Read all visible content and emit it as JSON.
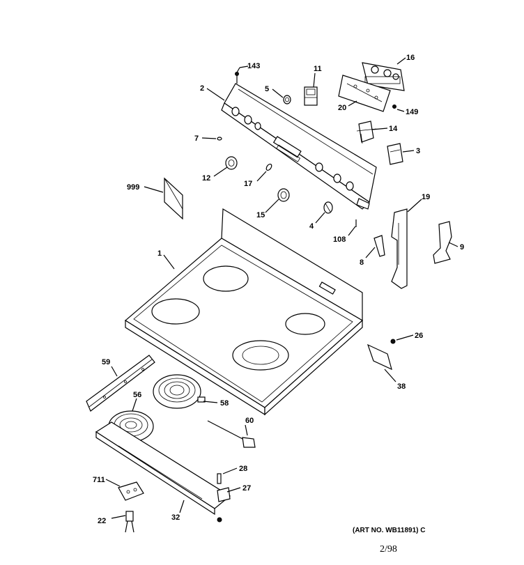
{
  "callouts": {
    "c143": "143",
    "c16": "16",
    "c11": "11",
    "c2": "2",
    "c5": "5",
    "c20": "20",
    "c149": "149",
    "c14": "14",
    "c7": "7",
    "c3": "3",
    "c12": "12",
    "c17": "17",
    "c999": "999",
    "c15": "15",
    "c4": "4",
    "c19": "19",
    "c108": "108",
    "c9": "9",
    "c8": "8",
    "c1": "1",
    "c26": "26",
    "c38": "38",
    "c59": "59",
    "c56": "56",
    "c58": "58",
    "c60": "60",
    "c28": "28",
    "c711": "711",
    "c27": "27",
    "c22": "22",
    "c32": "32"
  },
  "footer": {
    "art_no": "(ART NO. WB11891) C",
    "page": "2/98"
  }
}
